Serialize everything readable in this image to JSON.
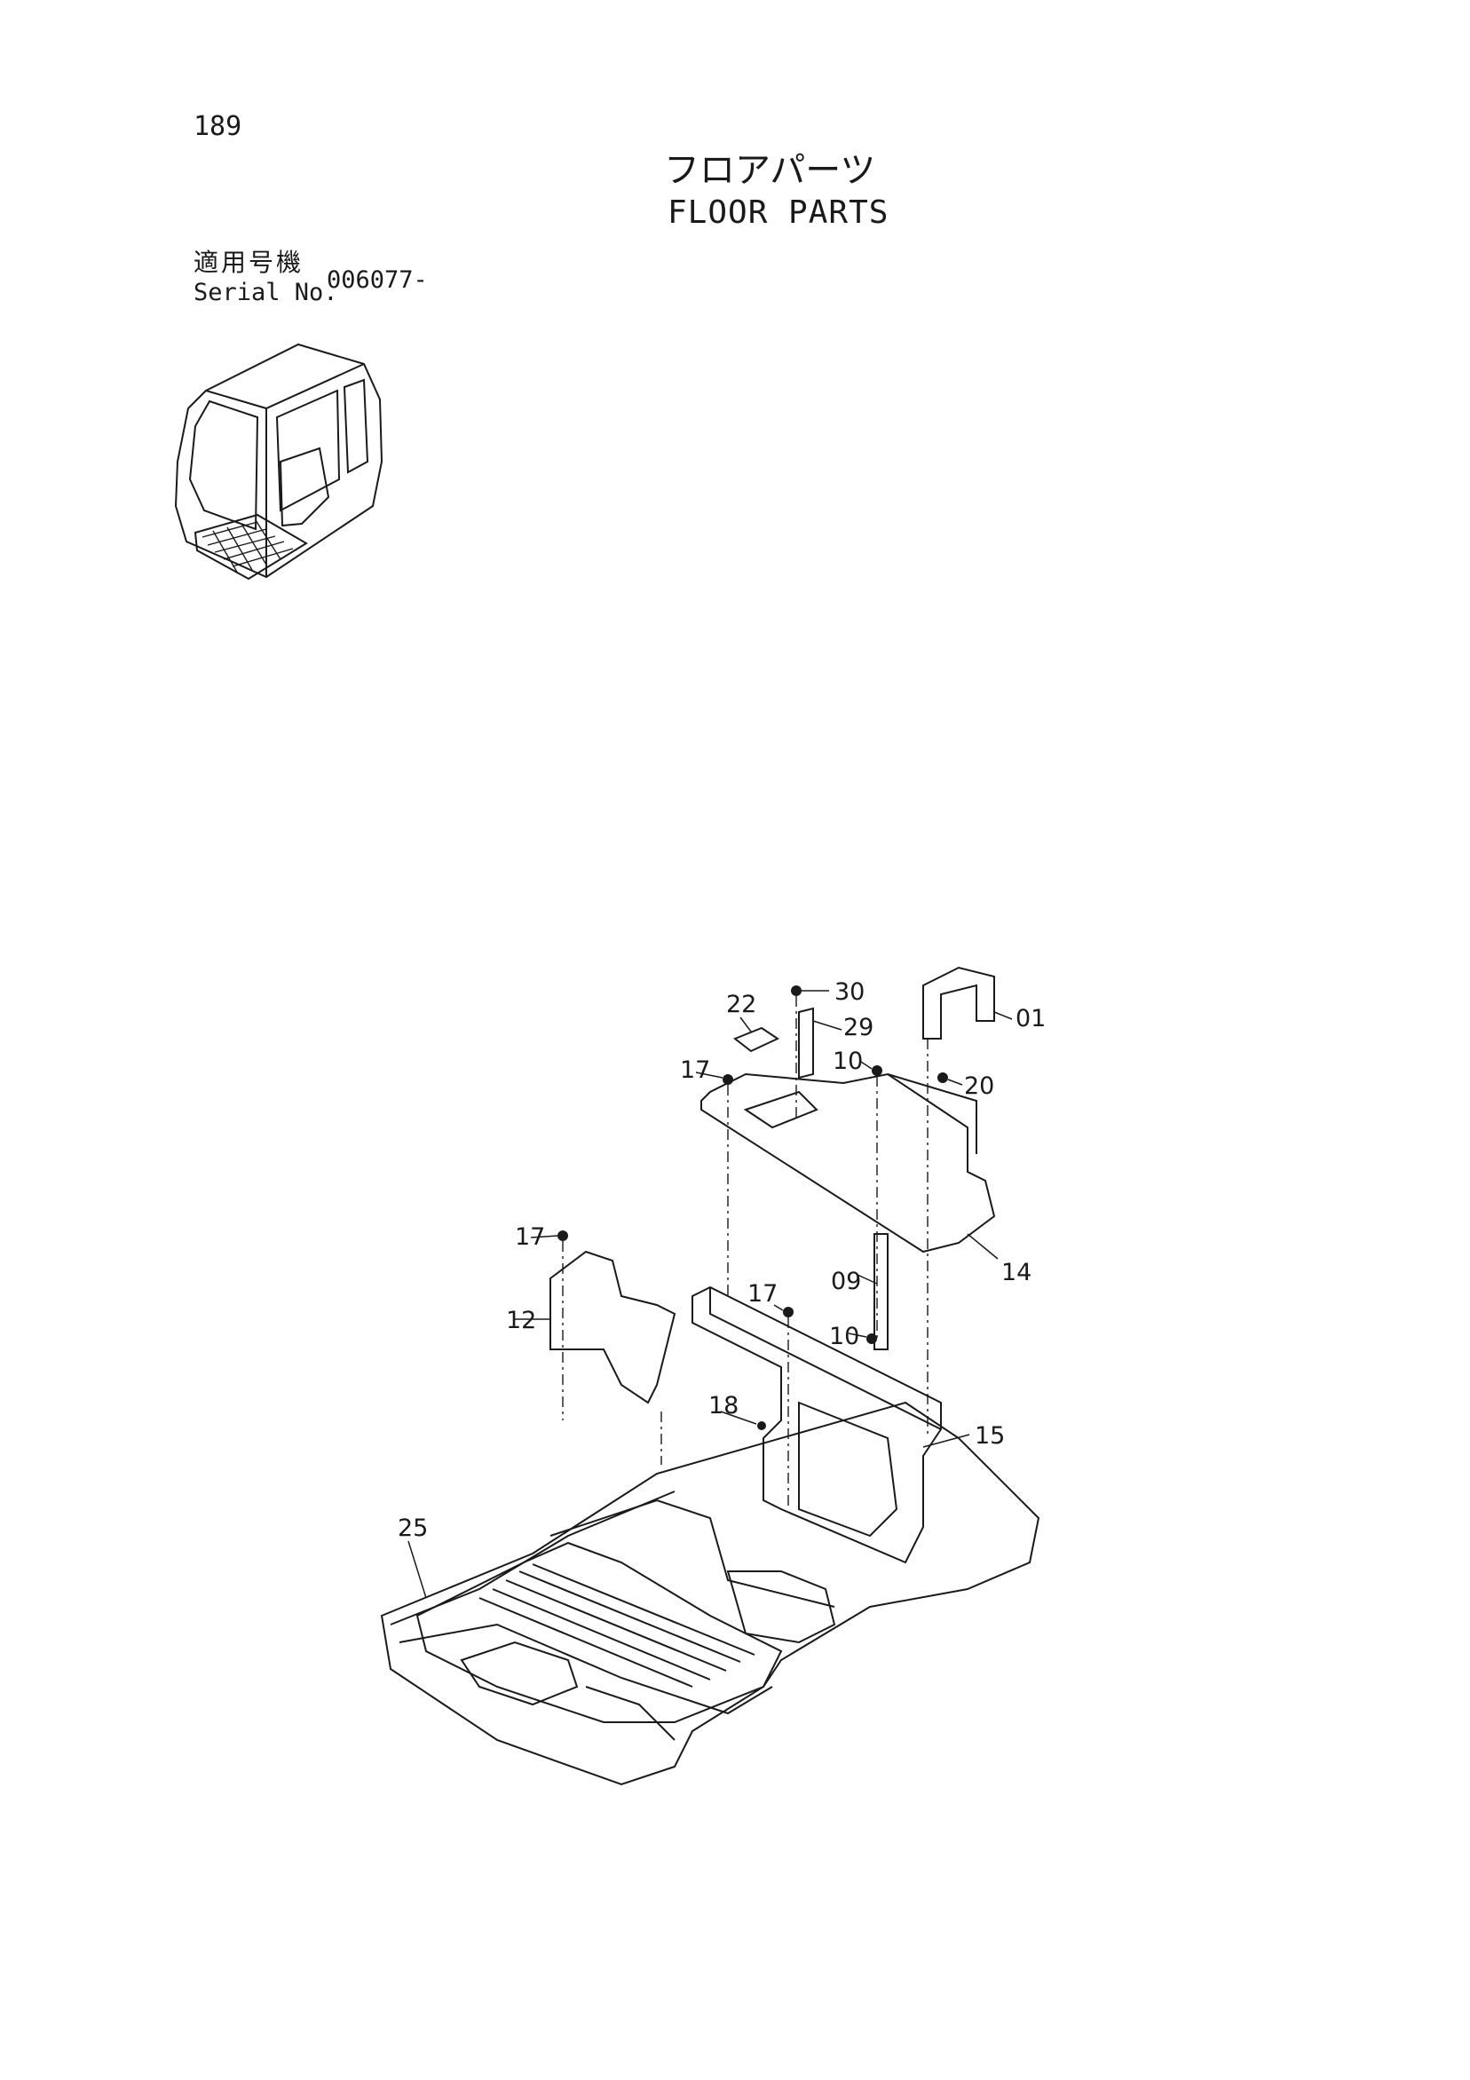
{
  "page": {
    "number": "189"
  },
  "title": {
    "japanese": "フロアパーツ",
    "english": "FLOOR PARTS"
  },
  "serial": {
    "label_japanese": "適用号機",
    "label_english": "Serial No.",
    "value": "006077-"
  },
  "colors": {
    "ink": "#1a1a1a",
    "paper": "#ffffff"
  },
  "parts": {
    "p01": "01",
    "p09": "09",
    "p10a": "10",
    "p10b": "10",
    "p12": "12",
    "p14": "14",
    "p15": "15",
    "p17a": "17",
    "p17b": "17",
    "p17c": "17",
    "p18": "18",
    "p20": "20",
    "p22": "22",
    "p25": "25",
    "p29": "29",
    "p30": "30"
  }
}
